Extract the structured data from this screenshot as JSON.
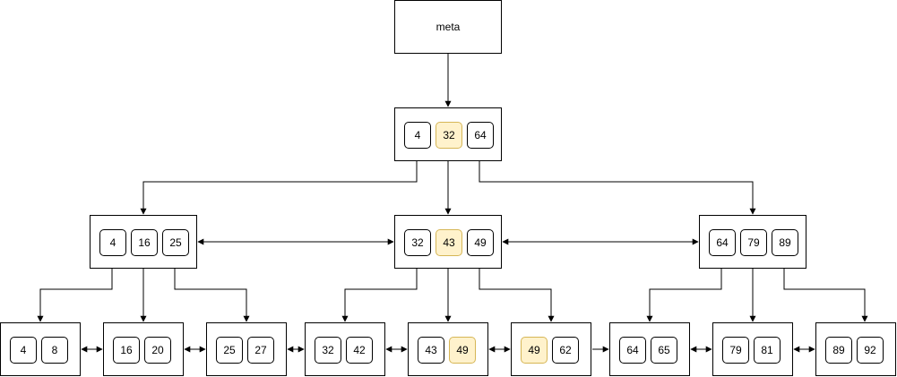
{
  "meta": {
    "label": "meta"
  },
  "highlight_color": "#fff2cc",
  "highlight_border": "#d6b656",
  "root": {
    "keys": [
      "4",
      "32",
      "64"
    ],
    "highlight": [
      1
    ]
  },
  "internal": [
    {
      "keys": [
        "4",
        "16",
        "25"
      ],
      "highlight": []
    },
    {
      "keys": [
        "32",
        "43",
        "49"
      ],
      "highlight": [
        1
      ]
    },
    {
      "keys": [
        "64",
        "79",
        "89"
      ],
      "highlight": []
    }
  ],
  "leaves": [
    {
      "keys": [
        "4",
        "8"
      ],
      "highlight": []
    },
    {
      "keys": [
        "16",
        "20"
      ],
      "highlight": []
    },
    {
      "keys": [
        "25",
        "27"
      ],
      "highlight": []
    },
    {
      "keys": [
        "32",
        "42"
      ],
      "highlight": []
    },
    {
      "keys": [
        "43",
        "49"
      ],
      "highlight": [
        1
      ]
    },
    {
      "keys": [
        "49",
        "62"
      ],
      "highlight": [
        0
      ]
    },
    {
      "keys": [
        "64",
        "65"
      ],
      "highlight": []
    },
    {
      "keys": [
        "79",
        "81"
      ],
      "highlight": []
    },
    {
      "keys": [
        "89",
        "92"
      ],
      "highlight": []
    }
  ]
}
